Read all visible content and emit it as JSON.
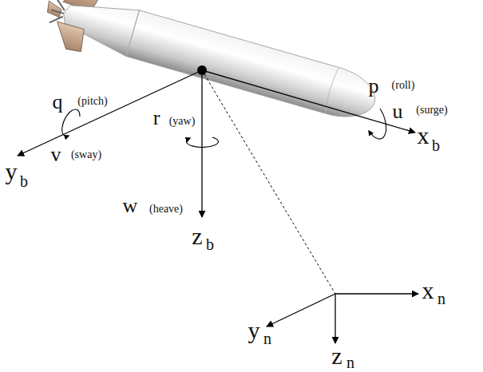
{
  "diagram": {
    "labels": [
      "q",
      "(pitch)",
      "p",
      "(roll)",
      "u",
      "(surge)",
      "v",
      "(sway)",
      "r",
      "(yaw)",
      "w",
      "(heave)",
      "x",
      "b",
      "y",
      "b",
      "z",
      "b",
      "x",
      "n",
      "y",
      "n",
      "z",
      "n"
    ]
  }
}
